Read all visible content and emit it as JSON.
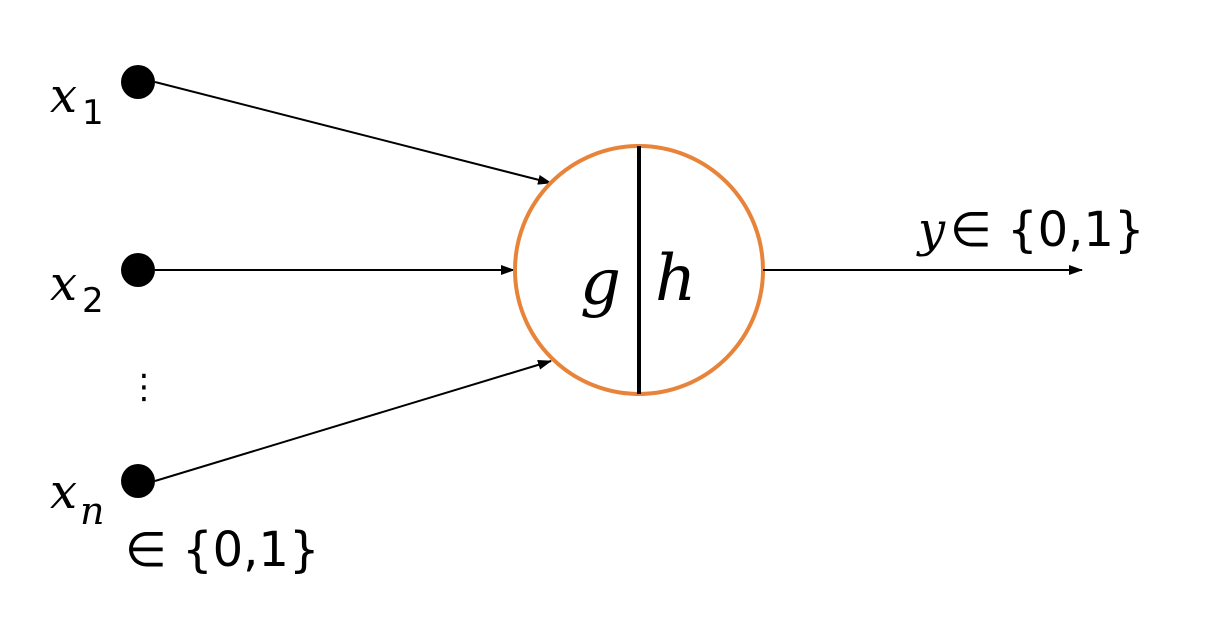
{
  "inputs": [
    {
      "var": "x",
      "sub": "1"
    },
    {
      "var": "x",
      "sub": "2"
    },
    {
      "var": "x",
      "sub": "n"
    }
  ],
  "ellipsis": "⋮",
  "input_domain": "∈ {0,1}",
  "neuron": {
    "left_label": "g",
    "right_label": "h",
    "border_color": "#E8843A"
  },
  "output": {
    "var": "y",
    "domain": "∈ {0,1}"
  }
}
